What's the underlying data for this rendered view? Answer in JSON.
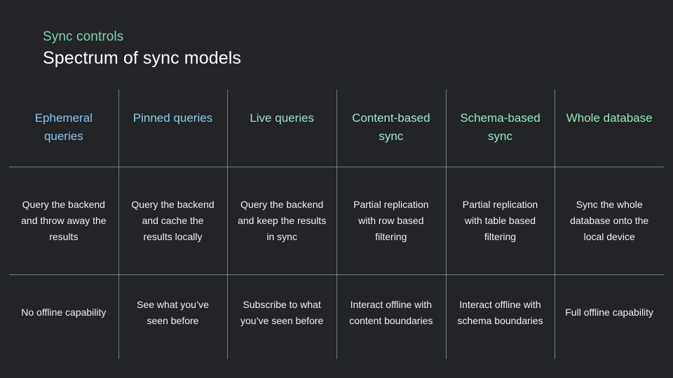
{
  "slide": {
    "eyebrow": "Sync controls",
    "title": "Spectrum of sync models"
  },
  "colors": {
    "background": "#222427",
    "eyebrow": "#7ed3ae",
    "title": "#ffffff",
    "body_text": "#f2f2f2",
    "grid_line": "#8ea79d",
    "header_col_1": "#8ec2ef",
    "header_col_2": "#8fcce8",
    "header_col_3": "#a3dcd8",
    "header_col_4": "#a6e2d2",
    "header_col_5": "#9ee6c2",
    "header_col_6": "#9ae6b4"
  },
  "table": {
    "columns": [
      {
        "header": "Ephemeral queries",
        "header_color": "#8ec2ef",
        "description": "Query the backend and throw away the results",
        "capability": "No offline capability"
      },
      {
        "header": "Pinned queries",
        "header_color": "#8fcce8",
        "description": "Query the backend and cache the results locally",
        "capability": "See what you’ve seen before"
      },
      {
        "header": "Live queries",
        "header_color": "#a3dcd8",
        "description": "Query the backend and keep the results in sync",
        "capability": "Subscribe to what you’ve seen before"
      },
      {
        "header": "Content-based sync",
        "header_color": "#a6e2d2",
        "description": "Partial replication with row based filtering",
        "capability": "Interact offline with content boundaries"
      },
      {
        "header": "Schema-based sync",
        "header_color": "#9ee6c2",
        "description": "Partial replication with table based filtering",
        "capability": "Interact offline with schema boundaries"
      },
      {
        "header": "Whole database",
        "header_color": "#9ae6b4",
        "description": "Sync the whole database onto the local device",
        "capability": "Full offline capability"
      }
    ]
  }
}
